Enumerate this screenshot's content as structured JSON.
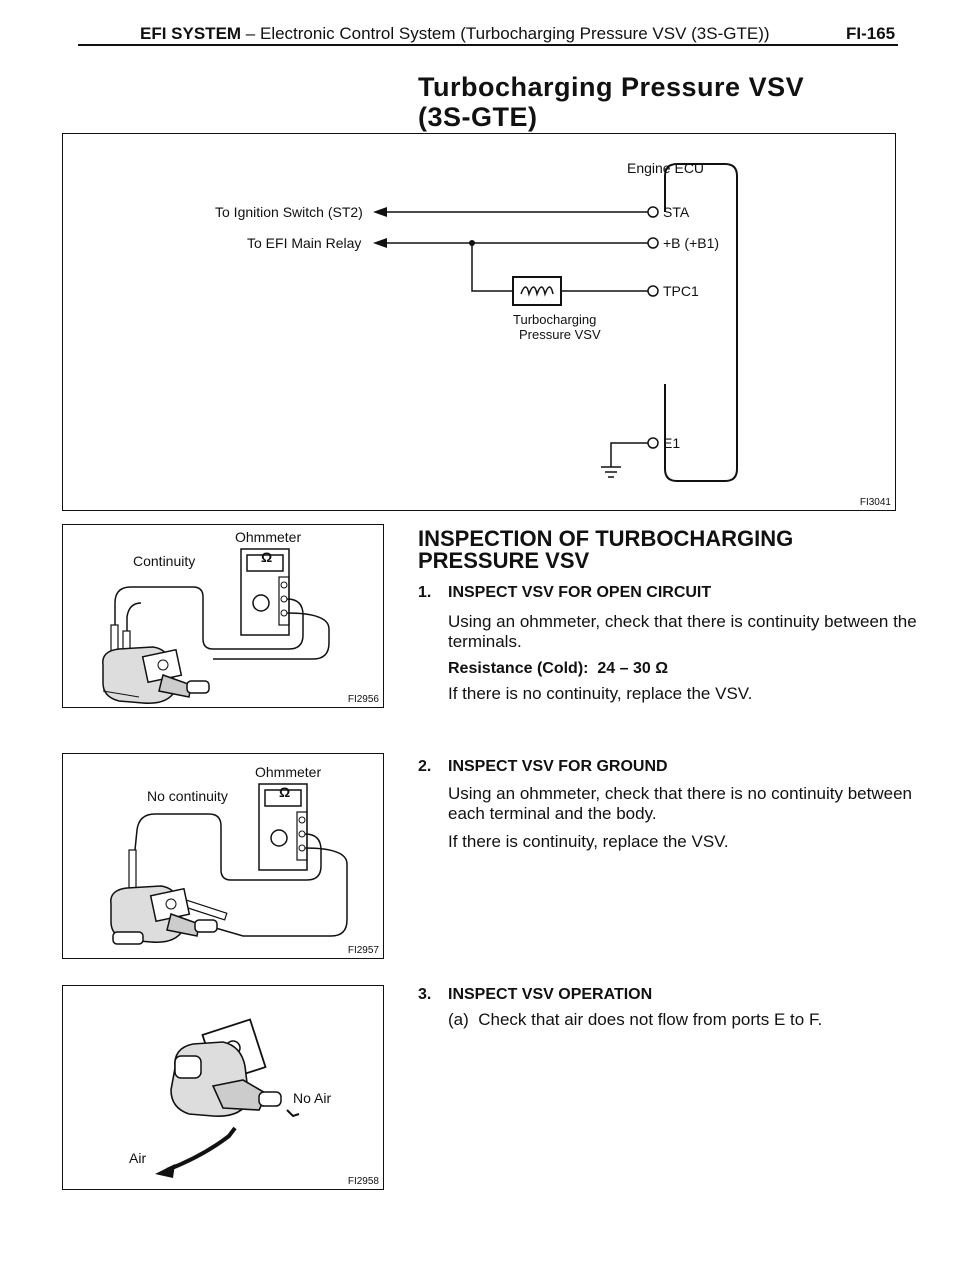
{
  "header": {
    "section": "EFI SYSTEM",
    "subtitle": " – Electronic Control System (Turbocharging Pressure VSV (3S-GTE))",
    "page": "FI-165"
  },
  "title": {
    "line1": "Turbocharging Pressure VSV",
    "line2": "(3S-GTE)"
  },
  "wiring": {
    "ecu_label": "Engine ECU",
    "to_ignition": "To Ignition Switch (ST2)",
    "to_efi_relay": "To EFI Main Relay",
    "terminals": [
      "STA",
      "+B (+B1)",
      "TPC1",
      "E1"
    ],
    "vsv_label_1": "Turbocharging",
    "vsv_label_2": "Pressure VSV",
    "fig_id": "FI3041"
  },
  "fig_continuity": {
    "meter": "Ohmmeter",
    "label": "Continuity",
    "omega": "Ω",
    "fig_id": "FI2956"
  },
  "fig_no_continuity": {
    "meter": "Ohmmeter",
    "label": "No continuity",
    "omega": "Ω",
    "fig_id": "FI2957"
  },
  "fig_air": {
    "air": "Air",
    "no_air": "No Air",
    "fig_id": "FI2958"
  },
  "inspection": {
    "title_1": "INSPECTION OF TURBOCHARGING",
    "title_2": "PRESSURE VSV",
    "step1": {
      "num": "1.",
      "heading": "INSPECT VSV FOR OPEN CIRCUIT",
      "text": "Using an ohmmeter, check that there is continuity between the terminals.",
      "spec_label": "Resistance (Cold):",
      "spec_value": "24 – 30 Ω",
      "note": "If there is no continuity, replace the VSV."
    },
    "step2": {
      "num": "2.",
      "heading": "INSPECT VSV FOR GROUND",
      "text": "Using an ohmmeter, check that there is no continuity between each terminal and the body.",
      "note": "If there is continuity, replace the VSV."
    },
    "step3": {
      "num": "3.",
      "heading": "INSPECT VSV OPERATION",
      "sub": "(a)",
      "text": "Check that air does not flow from ports E to F."
    }
  }
}
